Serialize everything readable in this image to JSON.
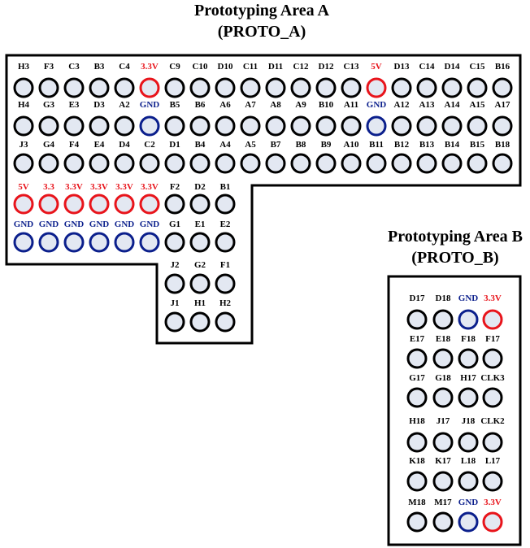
{
  "area_a": {
    "title": "Prototyping Area A",
    "subtitle": "(PROTO_A)",
    "rows": [
      [
        [
          "H3",
          "s"
        ],
        [
          "F3",
          "s"
        ],
        [
          "C3",
          "s"
        ],
        [
          "B3",
          "s"
        ],
        [
          "C4",
          "s"
        ],
        [
          "3.3V",
          "p"
        ],
        [
          "C9",
          "s"
        ],
        [
          "C10",
          "s"
        ],
        [
          "D10",
          "s"
        ],
        [
          "C11",
          "s"
        ],
        [
          "D11",
          "s"
        ],
        [
          "C12",
          "s"
        ],
        [
          "D12",
          "s"
        ],
        [
          "C13",
          "s"
        ],
        [
          "5V",
          "p"
        ],
        [
          "D13",
          "s"
        ],
        [
          "C14",
          "s"
        ],
        [
          "D14",
          "s"
        ],
        [
          "C15",
          "s"
        ],
        [
          "B16",
          "s"
        ]
      ],
      [
        [
          "H4",
          "s"
        ],
        [
          "G3",
          "s"
        ],
        [
          "E3",
          "s"
        ],
        [
          "D3",
          "s"
        ],
        [
          "A2",
          "s"
        ],
        [
          "GND",
          "g"
        ],
        [
          "B5",
          "s"
        ],
        [
          "B6",
          "s"
        ],
        [
          "A6",
          "s"
        ],
        [
          "A7",
          "s"
        ],
        [
          "A8",
          "s"
        ],
        [
          "A9",
          "s"
        ],
        [
          "B10",
          "s"
        ],
        [
          "A11",
          "s"
        ],
        [
          "GND",
          "g"
        ],
        [
          "A12",
          "s"
        ],
        [
          "A13",
          "s"
        ],
        [
          "A14",
          "s"
        ],
        [
          "A15",
          "s"
        ],
        [
          "A17",
          "s"
        ]
      ],
      [
        [
          "J3",
          "s"
        ],
        [
          "G4",
          "s"
        ],
        [
          "F4",
          "s"
        ],
        [
          "E4",
          "s"
        ],
        [
          "D4",
          "s"
        ],
        [
          "C2",
          "s"
        ],
        [
          "D1",
          "s"
        ],
        [
          "B4",
          "s"
        ],
        [
          "A4",
          "s"
        ],
        [
          "A5",
          "s"
        ],
        [
          "B7",
          "s"
        ],
        [
          "B8",
          "s"
        ],
        [
          "B9",
          "s"
        ],
        [
          "A10",
          "s"
        ],
        [
          "B11",
          "s"
        ],
        [
          "B12",
          "s"
        ],
        [
          "B13",
          "s"
        ],
        [
          "B14",
          "s"
        ],
        [
          "B15",
          "s"
        ],
        [
          "B18",
          "s"
        ]
      ],
      [
        [
          "5V",
          "p"
        ],
        [
          "3.3",
          "p"
        ],
        [
          "3.3V",
          "p"
        ],
        [
          "3.3V",
          "p"
        ],
        [
          "3.3V",
          "p"
        ],
        [
          "3.3V",
          "p"
        ],
        [
          "F2",
          "s"
        ],
        [
          "D2",
          "s"
        ],
        [
          "B1",
          "s"
        ]
      ],
      [
        [
          "GND",
          "g"
        ],
        [
          "GND",
          "g"
        ],
        [
          "GND",
          "g"
        ],
        [
          "GND",
          "g"
        ],
        [
          "GND",
          "g"
        ],
        [
          "GND",
          "g"
        ],
        [
          "G1",
          "s"
        ],
        [
          "E1",
          "s"
        ],
        [
          "E2",
          "s"
        ]
      ],
      [
        [
          "J2",
          "s"
        ],
        [
          "G2",
          "s"
        ],
        [
          "F1",
          "s"
        ]
      ],
      [
        [
          "J1",
          "s"
        ],
        [
          "H1",
          "s"
        ],
        [
          "H2",
          "s"
        ]
      ]
    ]
  },
  "area_b": {
    "title": "Prototyping Area B",
    "subtitle": "(PROTO_B)",
    "rows": [
      [
        [
          "D17",
          "s"
        ],
        [
          "D18",
          "s"
        ],
        [
          "GND",
          "g"
        ],
        [
          "3.3V",
          "p"
        ]
      ],
      [
        [
          "E17",
          "s"
        ],
        [
          "E18",
          "s"
        ],
        [
          "F18",
          "s"
        ],
        [
          "F17",
          "s"
        ]
      ],
      [
        [
          "G17",
          "s"
        ],
        [
          "G18",
          "s"
        ],
        [
          "H17",
          "s"
        ],
        [
          "CLK3",
          "s"
        ]
      ],
      [
        [
          "H18",
          "s"
        ],
        [
          "J17",
          "s"
        ],
        [
          "J18",
          "s"
        ],
        [
          "CLK2",
          "s"
        ]
      ],
      [
        [
          "K18",
          "s"
        ],
        [
          "K17",
          "s"
        ],
        [
          "L18",
          "s"
        ],
        [
          "L17",
          "s"
        ]
      ],
      [
        [
          "M18",
          "s"
        ],
        [
          "M17",
          "s"
        ],
        [
          "GND",
          "g"
        ],
        [
          "3.3V",
          "p"
        ]
      ]
    ]
  },
  "colors": {
    "power": "#e8141b",
    "gnd": "#0b1f8c",
    "pin_fill": "#e3e8f2"
  }
}
